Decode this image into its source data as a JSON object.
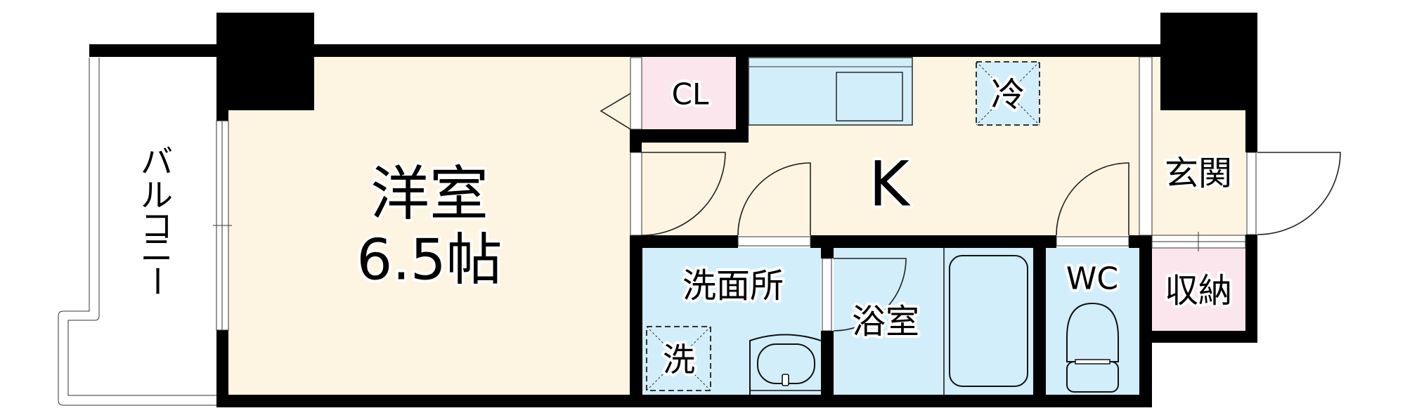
{
  "floorplan": {
    "colors": {
      "wall": "#000000",
      "wood_floor": "#fdf5e2",
      "wet_area": "#d2eefa",
      "storage": "#fbe6ee",
      "exterior": "#ffffff"
    },
    "rooms": {
      "western_room": {
        "name": "洋室",
        "size": "6.5帖"
      },
      "balcony": {
        "name": "バルコニー",
        "chars": [
          "バ",
          "ル",
          "コ",
          "ニ",
          "ー"
        ]
      },
      "kitchen": {
        "name": "K"
      },
      "closet": {
        "name": "CL"
      },
      "refrigerator": {
        "name": "冷"
      },
      "entrance": {
        "name": "玄関"
      },
      "storage": {
        "name": "収納"
      },
      "washroom": {
        "name": "洗面所"
      },
      "washing_machine": {
        "name": "洗"
      },
      "bathroom": {
        "name": "浴室"
      },
      "toilet": {
        "name": "WC"
      }
    }
  }
}
